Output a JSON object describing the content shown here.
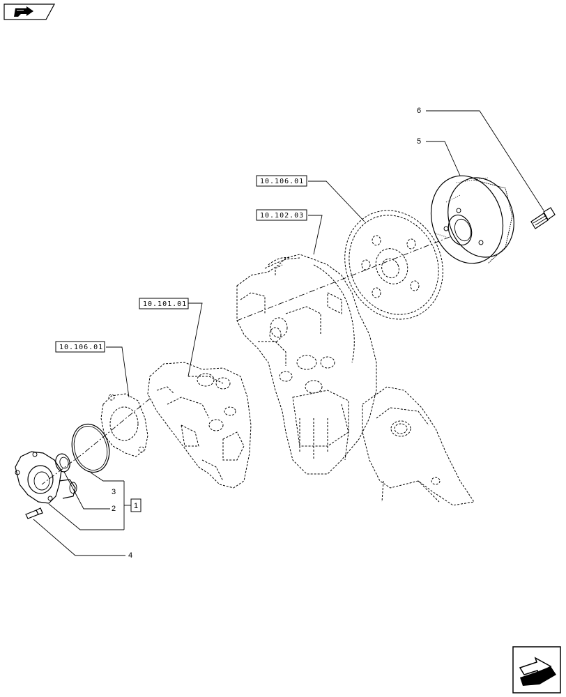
{
  "refs": {
    "r1": "10.106.01",
    "r2": "10.102.03",
    "r3": "10.101.01",
    "r4": "10.106.01"
  },
  "labels": {
    "p6": "6",
    "p5": "5",
    "p3": "3",
    "p2": "2",
    "p4": "4",
    "kit": "1"
  },
  "icons": {
    "top_left": "back-arrow-icon",
    "bottom_right": "next-page-arrow-icon"
  }
}
